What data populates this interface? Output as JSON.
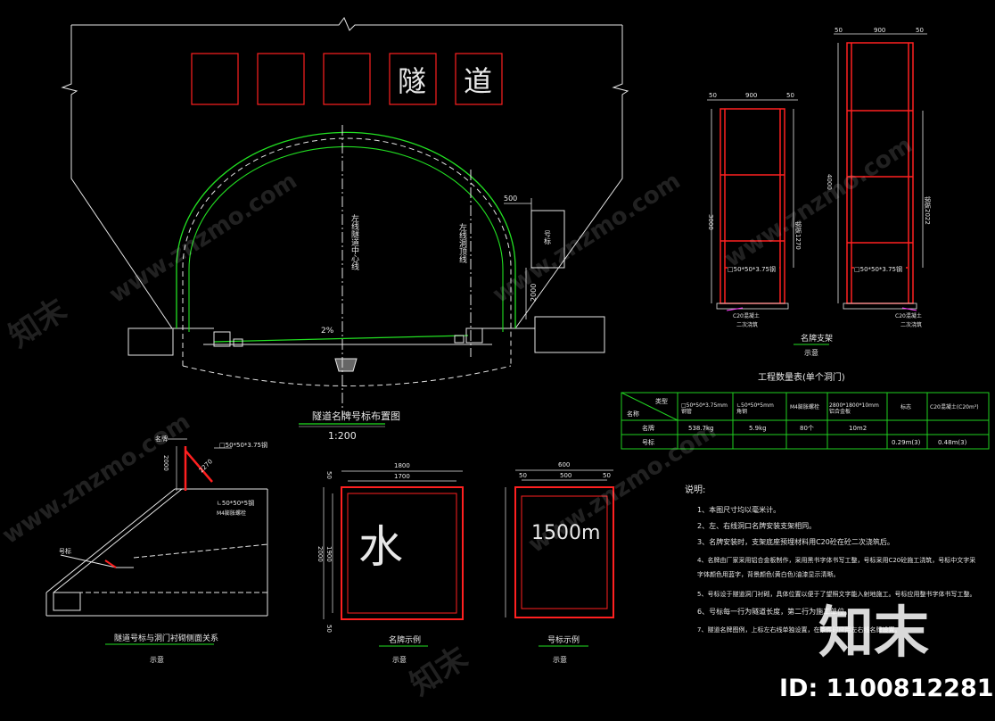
{
  "portal": {
    "sign_chars": [
      "隧",
      "道"
    ],
    "left_line_label": "左线隧道中心线",
    "right_line_label": "左线洞顶线",
    "slope": "2%",
    "dim_500": "500",
    "dim_2000": "2000",
    "marker_label": "号标",
    "title": "隧道名牌号标布置图",
    "scale": "1:200"
  },
  "support": {
    "title": "名牌支架",
    "sub": "示意",
    "small": {
      "dim_top_left": "50",
      "dim_top_mid": "900",
      "dim_top_right": "50",
      "dim_height": "3000",
      "dim_right": "钢板1270",
      "beam_label": "□50*50*3.75钢",
      "base_label": "C20混凝土",
      "base_sub": "二次浇筑"
    },
    "large": {
      "dim_top_left": "50",
      "dim_top_mid": "900",
      "dim_top_right": "50",
      "dim_height": "4000",
      "dim_right": "钢板2022",
      "beam_label": "□50*50*3.75钢",
      "base_label": "C20混凝土",
      "base_sub": "二次浇筑"
    }
  },
  "quantity_table": {
    "title": "工程数量表(单个洞门)",
    "corner_top": "类型",
    "corner_bottom": "名称",
    "headers": [
      "□50*50*3.75mm\n钢管",
      "∟50*50*5mm\n角钢",
      "M4膨胀螺栓",
      "2800*1800*10mm\n铝合金板",
      "标志",
      "C20混凝土(C20m³)"
    ],
    "rows": [
      {
        "name": "名牌",
        "cells": [
          "538.7kg",
          "5.9kg",
          "80个",
          "10m2",
          "",
          ""
        ]
      },
      {
        "name": "号标",
        "cells": [
          "",
          "",
          "",
          "",
          "0.29m(3)",
          "0.48m(3)"
        ]
      }
    ]
  },
  "side": {
    "label_name": "名牌",
    "label_marker": "号标",
    "beam_label": "□50*50*3.75钢",
    "angle_label": "∟50*50*5钢",
    "bolt_label": "M4膨胀螺栓",
    "dim_2000": "2000",
    "dim_2270": "2270",
    "title": "隧道号标与洞门衬砌侧面关系",
    "sub": "示意"
  },
  "name_example": {
    "dim_top": "1800",
    "dim_inner": "1700",
    "dim_left_outer": "50",
    "dim_height": "2000",
    "dim_inner_h": "1900",
    "dim_bottom": "50",
    "char": "水",
    "title": "名牌示例",
    "sub": "示意"
  },
  "marker_example": {
    "dim_top": "600",
    "dim_inner": "500",
    "dim_left": "50",
    "dim_right": "50",
    "text": "1500m",
    "title": "号标示例",
    "sub": "示意"
  },
  "notes": {
    "heading": "说明:",
    "items": [
      "1、本图尺寸均以毫米计。",
      "2、左、右线洞口名牌安装支架相同。",
      "3、名牌安装时，支架底座预埋材料用C20砼在砼二次浇筑后。",
      "4、名牌由厂家采用铝合金板制作，采用黑书字体书写工整，号标采用C20砼施工浇筑，号标中文字采",
      "   字体颜色用蓝字，背景颜色(黄白色)油漆显示清晰。",
      "5、号标设于隧道洞门衬砌，具体位置以便于了望照文字能入射地施工。号标应用整书字体书写工整。",
      "6、号标每一行为隧道长度，第二行为施工单位。",
      "7、隧道名牌图例，上标左右线单独设置，在条件时应用左右线名牌设置。"
    ]
  },
  "watermarks": {
    "brand": "www.znzmo.com",
    "logo": "知末",
    "id_label": "ID: 1100812281"
  },
  "colors": {
    "background": "#000000",
    "line_white": "#e6e6e6",
    "red": "#ff2020",
    "green": "#22e022",
    "table_green": "#20d020",
    "cyan": "#00d8ff",
    "magenta": "#ff3cff"
  }
}
